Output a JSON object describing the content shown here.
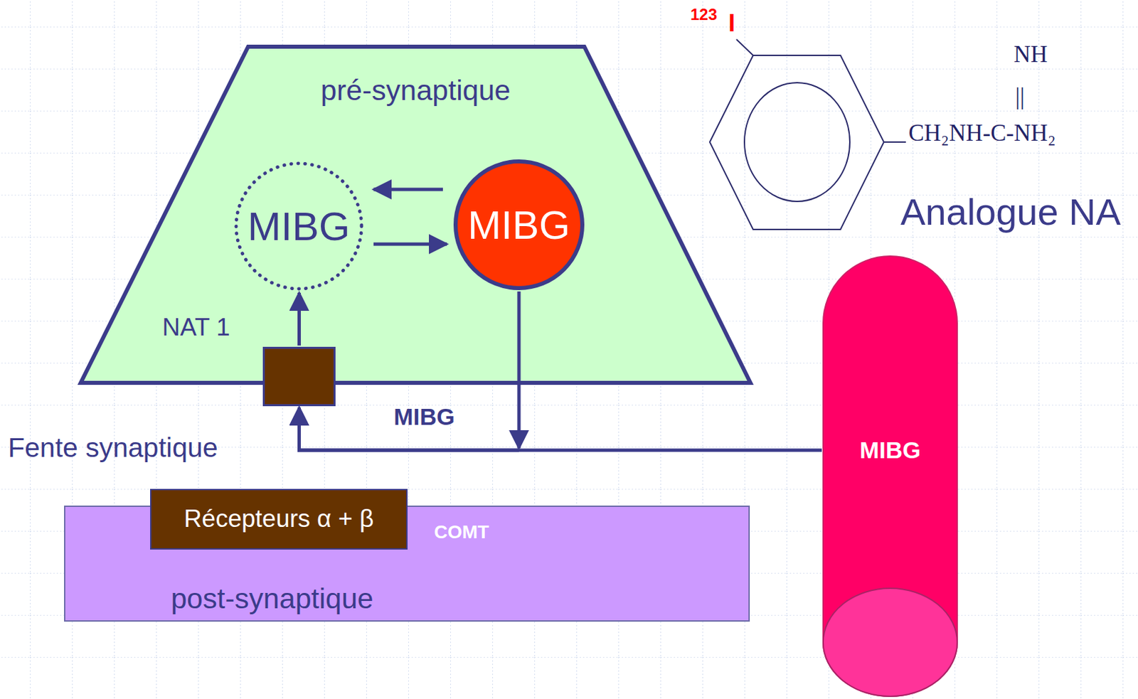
{
  "diagram": {
    "nodes": [
      {
        "text": [
          "pré-synaptique"
        ]
      },
      {
        "text": [
          "MIBG"
        ],
        "in": 0
      },
      {
        "text": [
          "MIBG"
        ],
        "in": 0
      },
      {
        "text": [
          "NAT 1"
        ],
        "in": 0
      },
      {
        "text": [
          "COMT",
          "post-synaptique"
        ]
      },
      {
        "text": [
          "Récepteurs  α + β"
        ],
        "in": 4
      },
      {
        "text": [
          "MIBG"
        ]
      }
    ],
    "edges": [
      {
        "from": 2,
        "to": 1,
        "arrow": "to"
      },
      {
        "from": 1,
        "to": 2,
        "arrow": "to"
      },
      {
        "from": 3,
        "to": 1,
        "arrow": "to"
      },
      {
        "from": 2,
        "to": 3,
        "arrow": "to"
      },
      {
        "from": 6,
        "to": 3,
        "arrow": "to"
      }
    ],
    "labels": [
      "123",
      "I",
      "NH",
      "||",
      "CH₂NH-C-NH₂",
      "Analogue NA",
      "MIBG",
      "Fente synaptique"
    ]
  }
}
